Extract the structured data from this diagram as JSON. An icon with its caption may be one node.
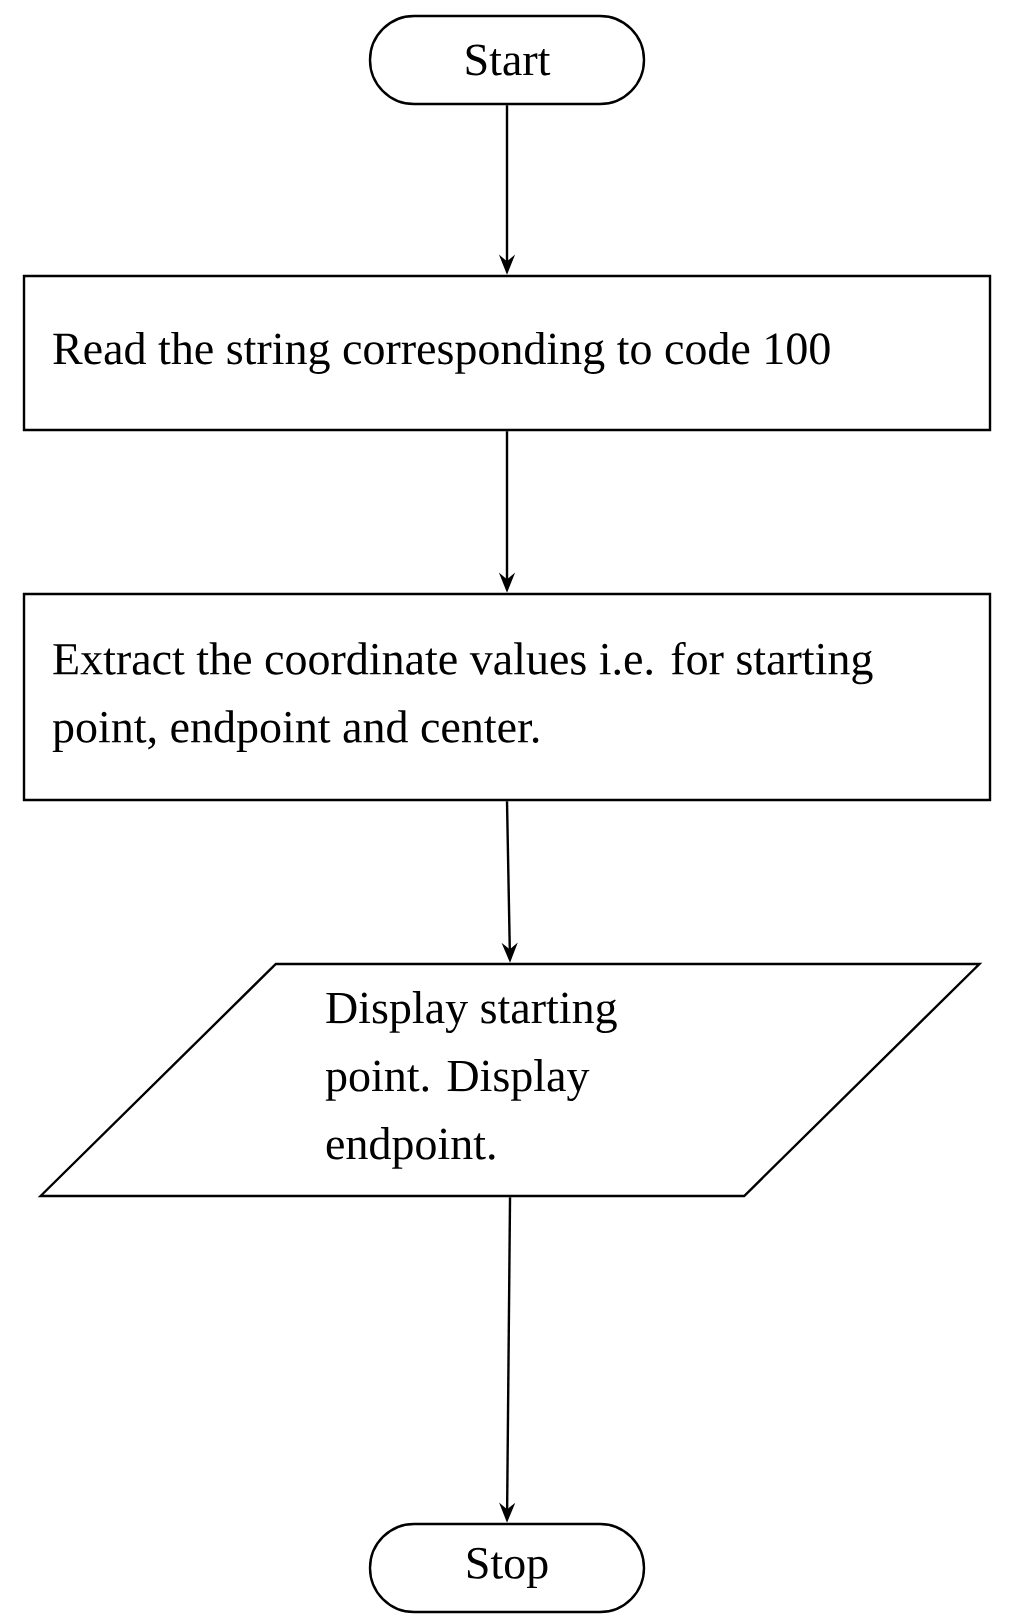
{
  "diagram": {
    "nodes": [
      {
        "text": [
          "Start"
        ]
      },
      {
        "text": [
          "Read the string corresponding to code 100"
        ]
      },
      {
        "text": [
          "Extract the coordinate values i.e. for starting point, endpoint and center."
        ]
      },
      {
        "text": [
          "Display starting point. Display endpoint."
        ]
      },
      {
        "text": [
          "Stop"
        ]
      }
    ],
    "edges": [
      {
        "from": 0,
        "to": 1,
        "arrow": "to"
      },
      {
        "from": 1,
        "to": 2,
        "arrow": "to"
      },
      {
        "from": 2,
        "to": 3,
        "arrow": "to"
      },
      {
        "from": 3,
        "to": 4,
        "arrow": "to"
      }
    ]
  }
}
